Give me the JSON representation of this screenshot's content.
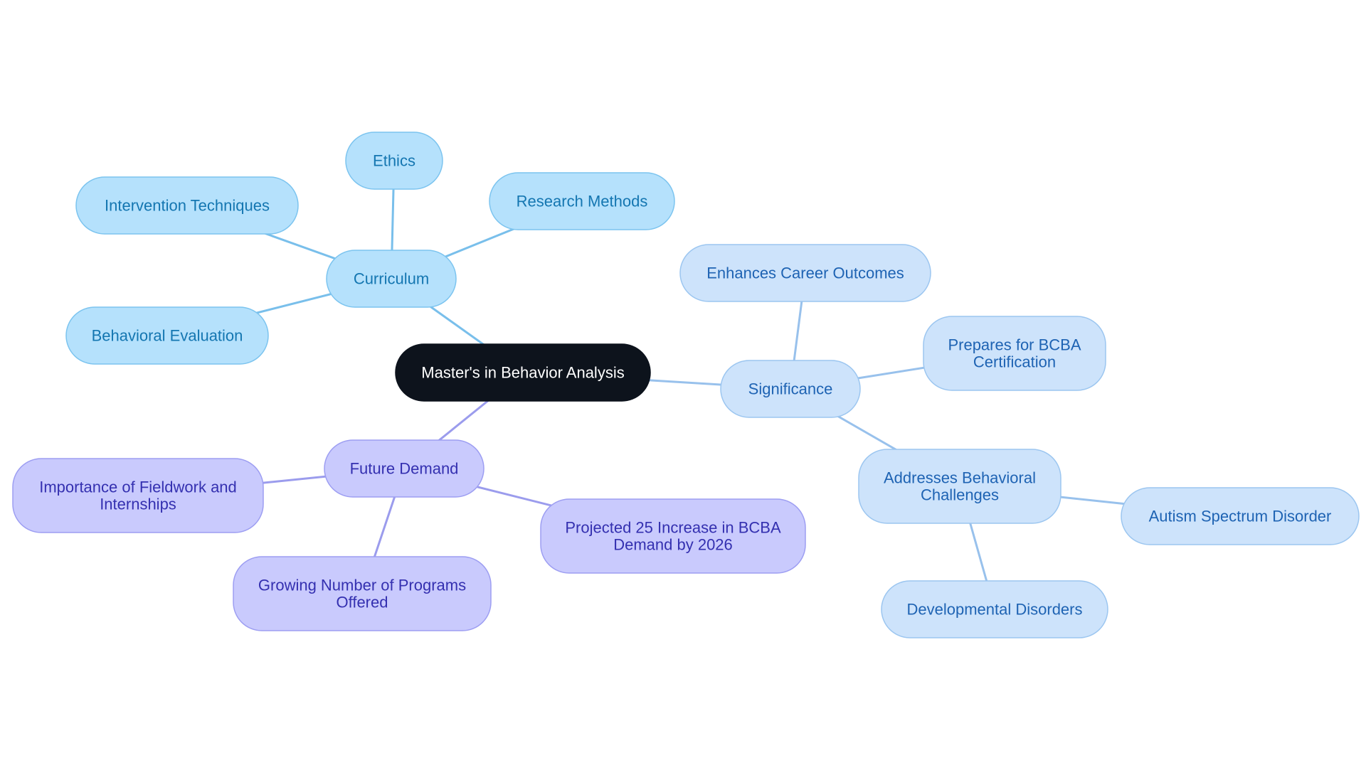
{
  "colors": {
    "root_fill": "#0d131c",
    "root_stroke": "#0d131c",
    "root_text": "#ffffff",
    "curriculum_fill": "#b5e1fc",
    "curriculum_stroke": "#7cc4ef",
    "curriculum_text": "#1476b1",
    "curriculum_edge": "#79bfeb",
    "significance_fill": "#cde3fb",
    "significance_stroke": "#9cc6f0",
    "significance_text": "#1e63b3",
    "significance_edge": "#98c1ec",
    "demand_fill": "#c9cafd",
    "demand_stroke": "#9d9ef2",
    "demand_text": "#3430b0",
    "demand_edge": "#9b9ced"
  },
  "diagram": {
    "root": {
      "label": "Master's in Behavior Analysis"
    },
    "branches": [
      {
        "id": "curriculum",
        "label": "Curriculum",
        "children": [
          {
            "id": "ethics",
            "label": "Ethics"
          },
          {
            "id": "intervention",
            "label": "Intervention Techniques"
          },
          {
            "id": "research",
            "label": "Research Methods"
          },
          {
            "id": "evaluation",
            "label": "Behavioral Evaluation"
          }
        ]
      },
      {
        "id": "significance",
        "label": "Significance",
        "children": [
          {
            "id": "career",
            "label": "Enhances Career Outcomes"
          },
          {
            "id": "bcba",
            "label": [
              "Prepares for BCBA",
              "Certification"
            ]
          },
          {
            "id": "challenges",
            "label": [
              "Addresses Behavioral",
              "Challenges"
            ],
            "children": [
              {
                "id": "autism",
                "label": "Autism Spectrum Disorder"
              },
              {
                "id": "developmental",
                "label": "Developmental Disorders"
              }
            ]
          }
        ]
      },
      {
        "id": "demand",
        "label": "Future Demand",
        "children": [
          {
            "id": "fieldwork",
            "label": [
              "Importance of Fieldwork and",
              "Internships"
            ]
          },
          {
            "id": "programs",
            "label": [
              "Growing Number of Programs",
              "Offered"
            ]
          },
          {
            "id": "projected",
            "label": [
              "Projected 25 Increase in BCBA",
              "Demand by 2026"
            ]
          }
        ]
      }
    ]
  }
}
